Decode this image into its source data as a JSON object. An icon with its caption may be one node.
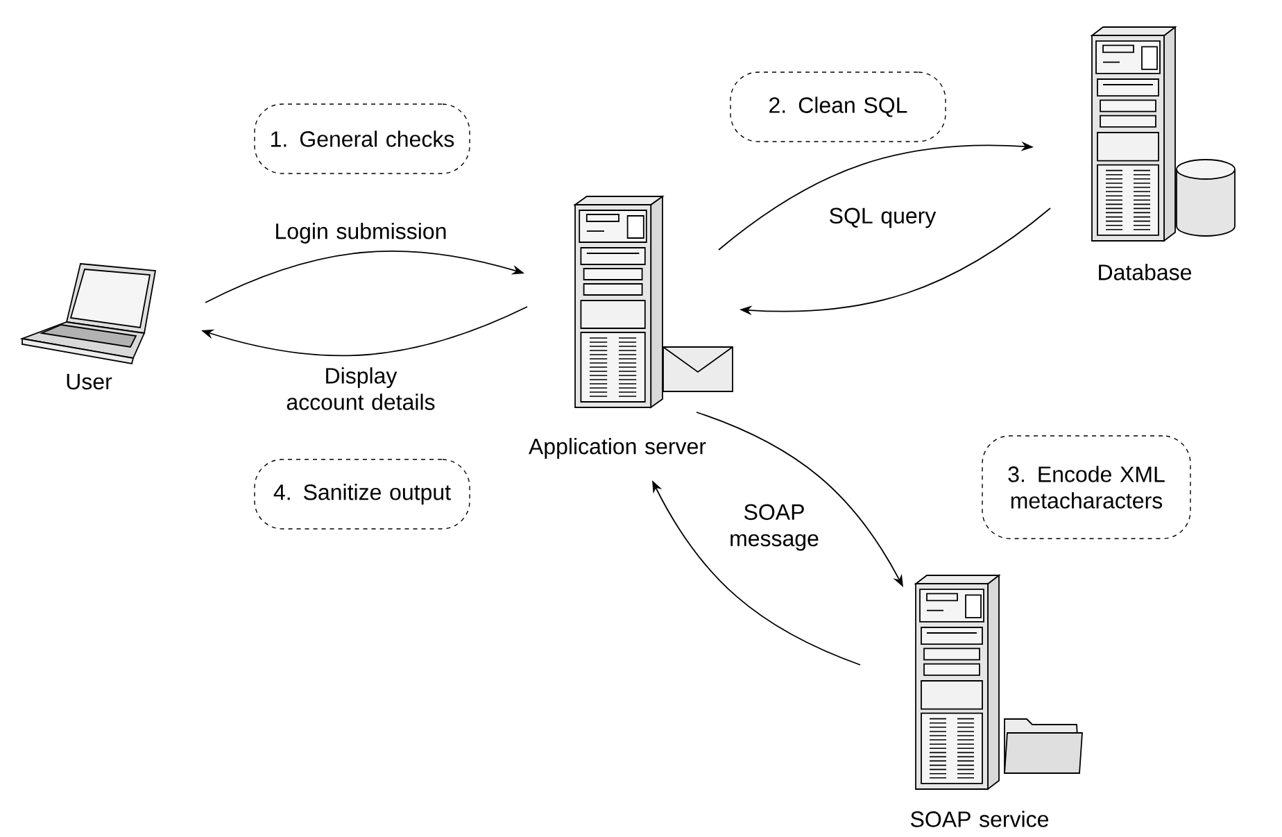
{
  "diagram": {
    "nodes": [
      {
        "text": [],
        "shape": "picture",
        "beside": [
          "User"
        ]
      },
      {
        "text": [],
        "shape": "picture",
        "beside": [
          "Application server"
        ]
      },
      {
        "text": [],
        "shape": "picture",
        "beside": [
          "Database"
        ]
      },
      {
        "text": [],
        "shape": "picture",
        "beside": [
          "SOAP service"
        ]
      },
      {
        "text": [
          "1. General checks"
        ]
      },
      {
        "text": [
          "2. Clean SQL"
        ]
      },
      {
        "text": [
          "3. Encode XML metacharacters"
        ]
      },
      {
        "text": [
          "4. Sanitize output"
        ]
      }
    ],
    "edges": [
      {
        "from": 0,
        "to": 1,
        "arrow": "to",
        "label": "Login submission"
      },
      {
        "from": 1,
        "to": 0,
        "arrow": "to",
        "label": "Display account details"
      },
      {
        "from": 1,
        "to": 2,
        "arrow": "to",
        "label": "SQL query"
      },
      {
        "from": 2,
        "to": 1,
        "arrow": "to"
      },
      {
        "from": 1,
        "to": 3,
        "arrow": "to",
        "label": "SOAP message"
      },
      {
        "from": 3,
        "to": 1,
        "arrow": "to"
      }
    ]
  }
}
